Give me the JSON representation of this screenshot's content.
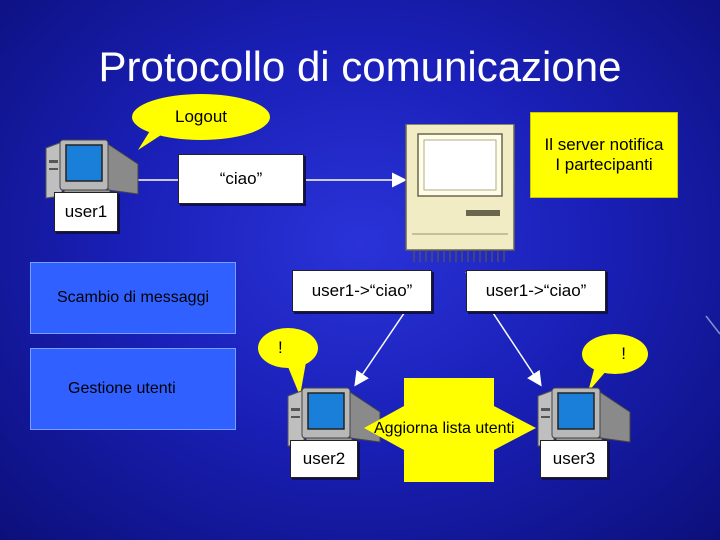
{
  "slide": {
    "title": "Protocollo di comunicazione"
  },
  "callouts": {
    "logout": "Logout",
    "server_notify": "Il server notifica\nI partecipanti",
    "exclaim_left": "!",
    "exclaim_right": "!"
  },
  "messages": {
    "ciao": "“ciao”",
    "forward_left": "user1->“ciao”",
    "forward_right": "user1->“ciao”"
  },
  "users": {
    "user1": "user1",
    "user2": "user2",
    "user3": "user3"
  },
  "side_boxes": {
    "scambio": "Scambio di messaggi",
    "gestione": "Gestione utenti"
  },
  "center_box": {
    "label": "Aggiorna lista utenti"
  },
  "colors": {
    "background": "#1a20b8",
    "callout": "#ffff00",
    "panel": "#3060ff",
    "label_box": "#ffffff"
  }
}
